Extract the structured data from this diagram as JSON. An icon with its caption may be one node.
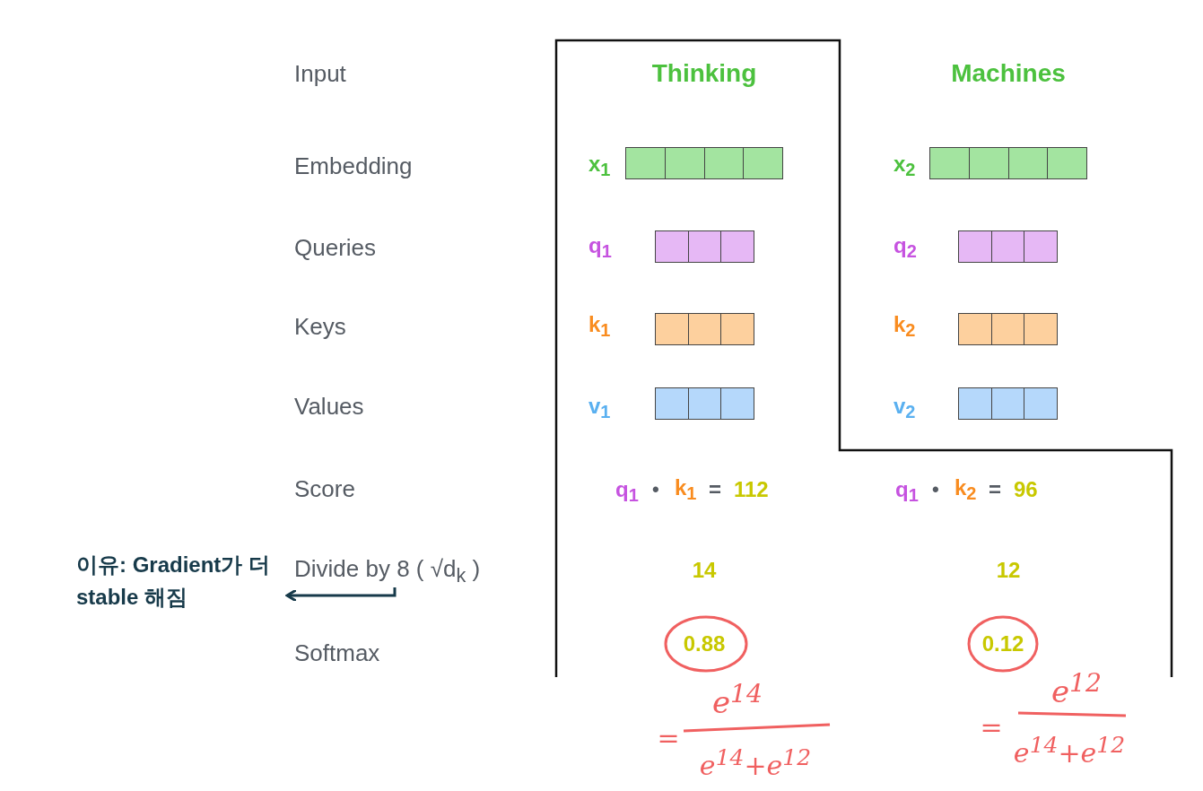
{
  "diagram": {
    "nodes": [
      {
        "text": [
          "이유: Gradient가 더 stable 해짐"
        ]
      },
      {
        "text": [
          "Divide by 8 ( √d$_{k}$ )"
        ]
      }
    ],
    "edges": [
      {
        "from": 1,
        "to": 0,
        "arrow": "to"
      }
    ],
    "labels": [
      "Input",
      "Thinking",
      "Machines",
      "Embedding",
      "x$_{1}$",
      "x$_{2}$",
      "Queries",
      "q$_{1}$",
      "q$_{2}$",
      "Keys",
      "k$_{1}$",
      "k$_{2}$",
      "Values",
      "v$_{1}$",
      "v$_{2}$",
      "Score",
      "q$_{1}$",
      "•",
      "k$_{1}$",
      "=",
      "112",
      "q$_{1}$",
      "•",
      "k$_{2}$",
      "=",
      "96",
      "14",
      "12",
      "Softmax",
      "0.88",
      "0.12",
      "=",
      "e$^{14}$",
      "e$^{14}$+e$^{12}$",
      "=",
      "e$^{12}$",
      "e$^{14}$+e$^{12}$"
    ]
  }
}
